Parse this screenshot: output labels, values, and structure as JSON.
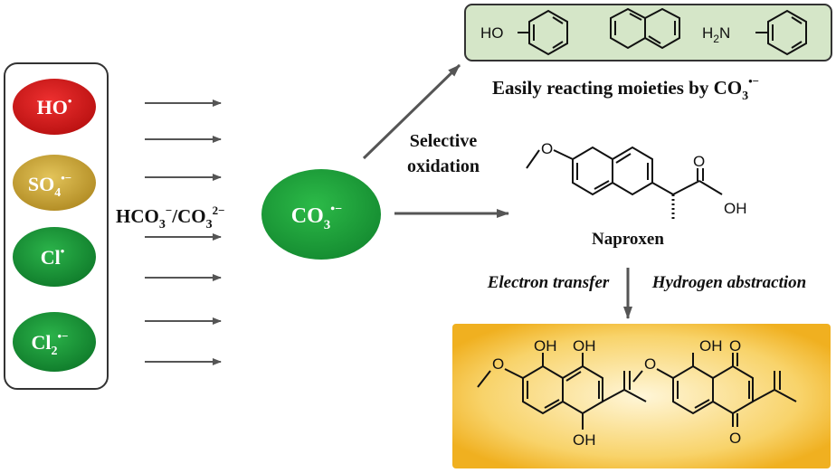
{
  "colors": {
    "ho_radical": "#d42020",
    "so4_radical": "#c8a335",
    "cl_radical": "#199a3a",
    "co3_radical": "#1fa33c",
    "moieties_box": "#d5e6c8",
    "products_box": "#f2b830",
    "arrow": "#555555"
  },
  "radicals": [
    {
      "base": "HO",
      "sub": "",
      "sup": "•",
      "color_key": "ho_radical"
    },
    {
      "base": "SO",
      "sub": "4",
      "sup": "•−",
      "color_key": "so4_radical"
    },
    {
      "base": "Cl",
      "sub": "",
      "sup": "•",
      "color_key": "cl_radical"
    },
    {
      "base": "Cl",
      "sub": "2",
      "sup": "•−",
      "color_key": "cl_radical"
    }
  ],
  "reagent": {
    "p1": "HCO",
    "s1": "3",
    "sup1": "−",
    "slash": "/CO",
    "s2": "3",
    "sup2": "2−"
  },
  "co3": {
    "base": "CO",
    "sub": "3",
    "sup": "•−"
  },
  "selective": {
    "line1": "Selective",
    "line2": "oxidation"
  },
  "moieties": {
    "caption": "Easily reacting moieties by CO",
    "caption_sub": "3",
    "caption_sup": "•−",
    "phenol_label": "HO",
    "aniline_h": "H",
    "aniline_2": "2",
    "aniline_n": "N"
  },
  "naproxen": {
    "name": "Naproxen",
    "oh": "OH",
    "o": "O"
  },
  "mechanism": {
    "left": "Electron transfer",
    "right": "Hydrogen abstraction"
  },
  "products": {
    "oh": "OH",
    "o": "O"
  }
}
